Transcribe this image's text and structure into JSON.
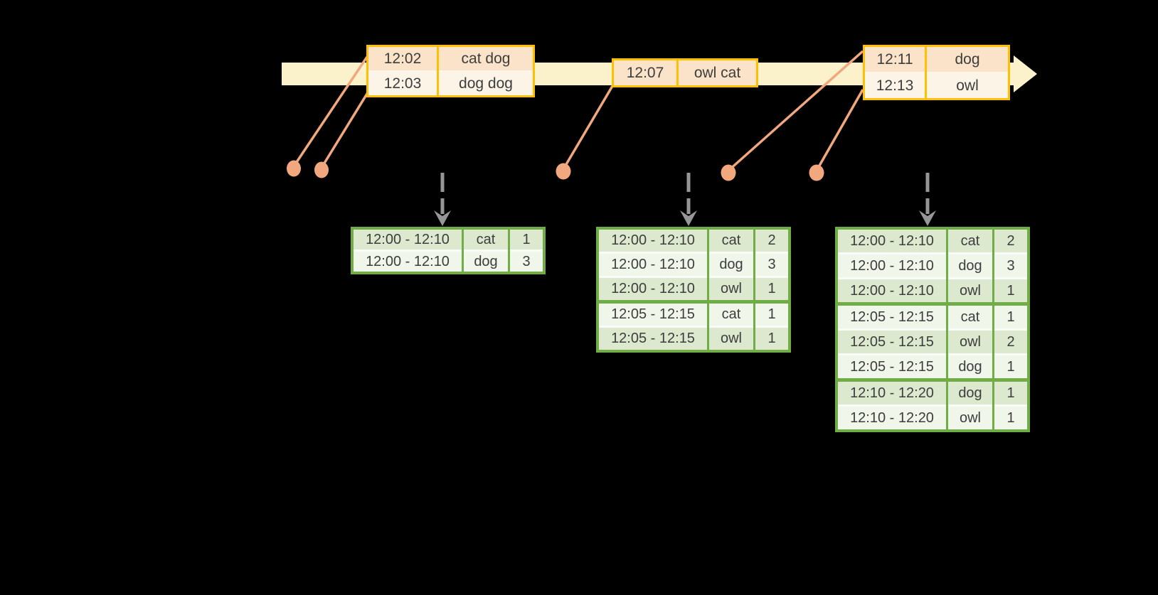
{
  "colors": {
    "background": "#000000",
    "timeline_band": "#fbf1cb",
    "event_table_border": "#fec000",
    "event_row_dark": "#fae3c8",
    "event_row_light": "#fdf4e8",
    "connector_salmon": "#f1a87e",
    "result_table_border": "#71ad47",
    "result_row_dark": "#dde9cf",
    "result_row_light": "#f1f6eb",
    "trigger_arrow_gray": "#969696",
    "text": "#3d3d3d"
  },
  "event_tables": [
    {
      "rows": [
        {
          "time": "12:02",
          "words": "cat dog"
        },
        {
          "time": "12:03",
          "words": "dog dog"
        }
      ]
    },
    {
      "rows": [
        {
          "time": "12:07",
          "words": "owl cat"
        }
      ]
    },
    {
      "rows": [
        {
          "time": "12:11",
          "words": "dog"
        },
        {
          "time": "12:13",
          "words": "owl"
        }
      ]
    }
  ],
  "result_tables": [
    {
      "rows": [
        {
          "window": "12:00 - 12:10",
          "word": "cat",
          "count": "1"
        },
        {
          "window": "12:00 - 12:10",
          "word": "dog",
          "count": "3"
        }
      ]
    },
    {
      "rows": [
        {
          "window": "12:00 - 12:10",
          "word": "cat",
          "count": "2"
        },
        {
          "window": "12:00 - 12:10",
          "word": "dog",
          "count": "3"
        },
        {
          "window": "12:00 - 12:10",
          "word": "owl",
          "count": "1"
        },
        {
          "window": "12:05 - 12:15",
          "word": "cat",
          "count": "1"
        },
        {
          "window": "12:05 - 12:15",
          "word": "owl",
          "count": "1"
        }
      ]
    },
    {
      "rows": [
        {
          "window": "12:00 - 12:10",
          "word": "cat",
          "count": "2"
        },
        {
          "window": "12:00 - 12:10",
          "word": "dog",
          "count": "3"
        },
        {
          "window": "12:00 - 12:10",
          "word": "owl",
          "count": "1"
        },
        {
          "window": "12:05 - 12:15",
          "word": "cat",
          "count": "1"
        },
        {
          "window": "12:05 - 12:15",
          "word": "owl",
          "count": "2"
        },
        {
          "window": "12:05 - 12:15",
          "word": "dog",
          "count": "1"
        },
        {
          "window": "12:10 - 12:20",
          "word": "dog",
          "count": "1"
        },
        {
          "window": "12:10 - 12:20",
          "word": "owl",
          "count": "1"
        }
      ]
    }
  ]
}
